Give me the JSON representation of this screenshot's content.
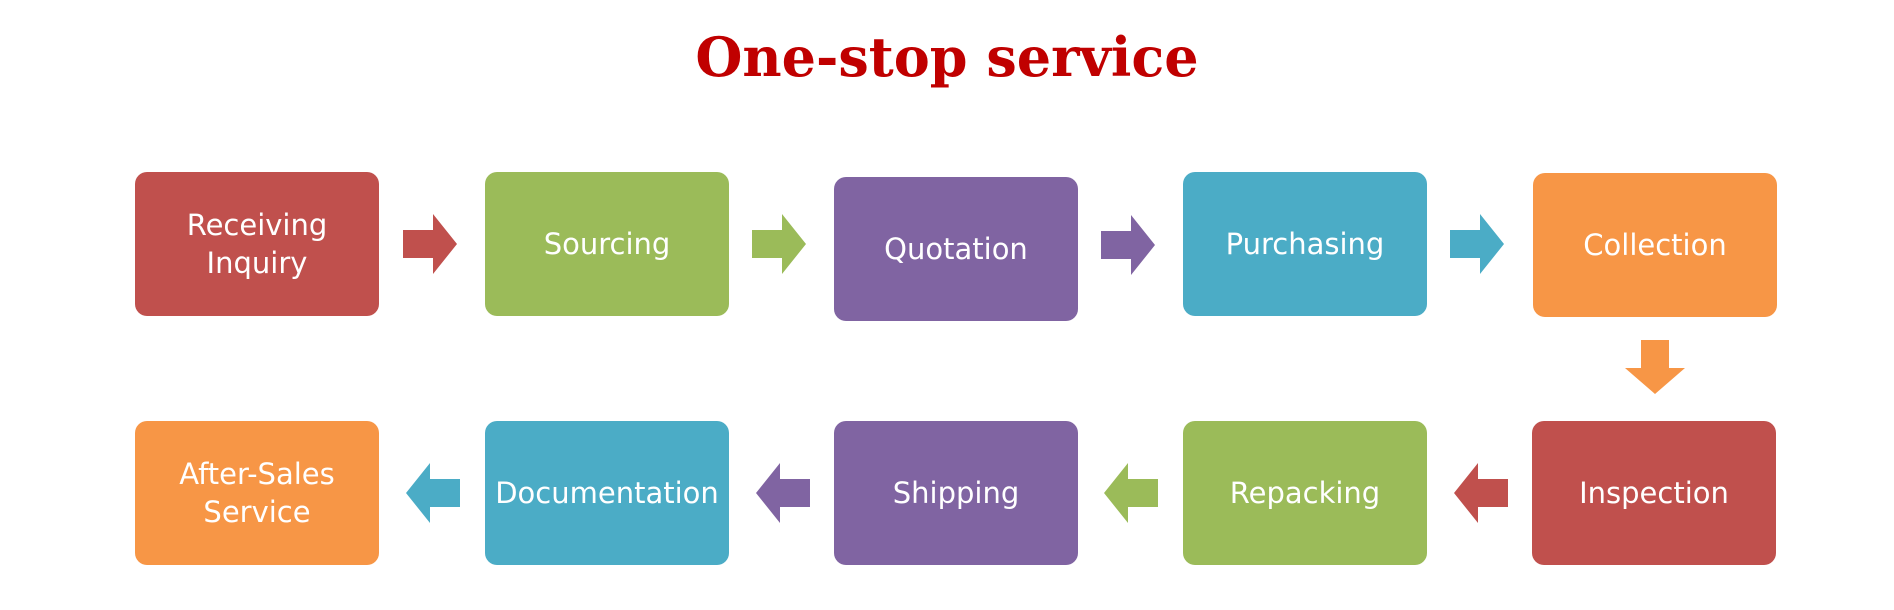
{
  "title": "One-stop service",
  "colors": {
    "title": "#c00000",
    "red": "#c0504d",
    "green": "#9bbb59",
    "purple": "#8064a2",
    "blue": "#4bacc6",
    "orange": "#f79646"
  },
  "steps": [
    {
      "label": "Receiving\nInquiry",
      "color": "#c0504d"
    },
    {
      "label": "Sourcing",
      "color": "#9bbb59"
    },
    {
      "label": "Quotation",
      "color": "#8064a2"
    },
    {
      "label": "Purchasing",
      "color": "#4bacc6"
    },
    {
      "label": "Collection",
      "color": "#f79646"
    },
    {
      "label": "Inspection",
      "color": "#c0504d"
    },
    {
      "label": "Repacking",
      "color": "#9bbb59"
    },
    {
      "label": "Shipping",
      "color": "#8064a2"
    },
    {
      "label": "Documentation",
      "color": "#4bacc6"
    },
    {
      "label": "After-Sales\nService",
      "color": "#f79646"
    }
  ],
  "arrows": [
    {
      "direction": "right",
      "color": "#c0504d"
    },
    {
      "direction": "right",
      "color": "#9bbb59"
    },
    {
      "direction": "right",
      "color": "#8064a2"
    },
    {
      "direction": "right",
      "color": "#4bacc6"
    },
    {
      "direction": "down",
      "color": "#f79646"
    },
    {
      "direction": "left",
      "color": "#c0504d"
    },
    {
      "direction": "left",
      "color": "#9bbb59"
    },
    {
      "direction": "left",
      "color": "#8064a2"
    },
    {
      "direction": "left",
      "color": "#4bacc6"
    }
  ]
}
